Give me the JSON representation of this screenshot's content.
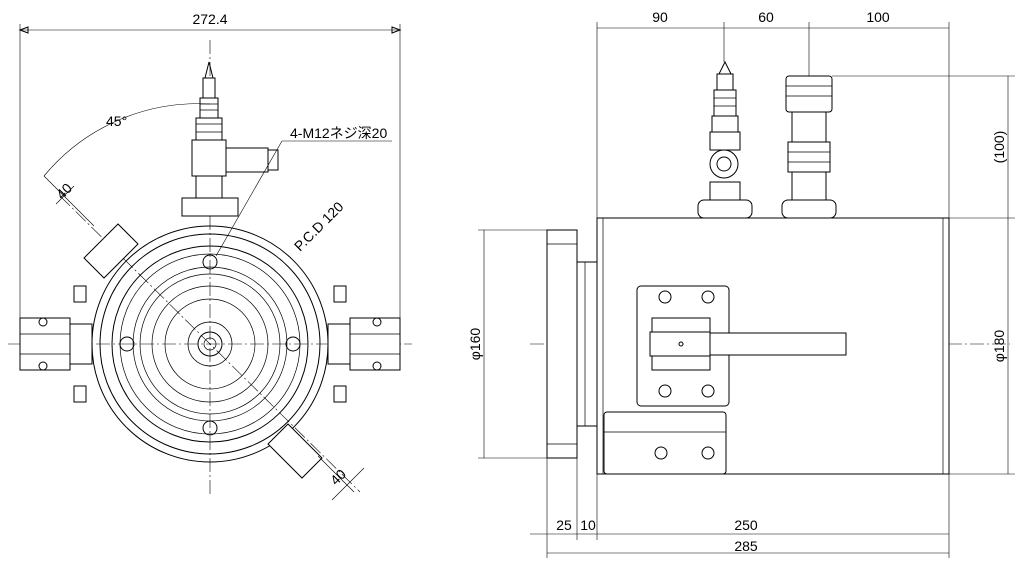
{
  "dimensions": {
    "front_width": "272.4",
    "angle": "45°",
    "thread_note": "4-M12ネジ深20",
    "pcd": "P.C.D 120",
    "side_port_left": "40",
    "side_port_right": "40",
    "top_90": "90",
    "top_60": "60",
    "top_100": "100",
    "height_100": "(100)",
    "dia_160": "φ160",
    "dia_180": "φ180",
    "bottom_25": "25",
    "bottom_10": "10",
    "bottom_250": "250",
    "bottom_285": "285"
  }
}
